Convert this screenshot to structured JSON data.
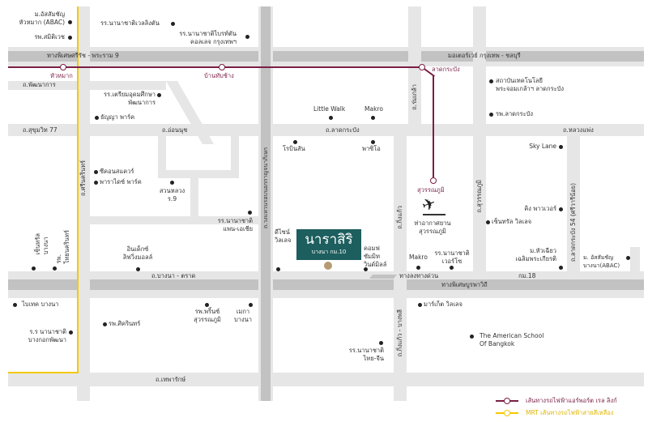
{
  "colors": {
    "road": "#e6e6e6",
    "expressway": "#c2c2c2",
    "airport_rail_link": "#7a1f45",
    "mrt_yellow": "#f5c800",
    "brand": "#1d5e5e",
    "marker": "#b59a72"
  },
  "project": {
    "name": "นาราสิริ",
    "subtitle": "บางนา กม.10"
  },
  "roads": {
    "rama9": "ทางพิเศษศรีรัช - พระราม 9",
    "motorway": "มอเตอร์เวย์ กรุงเทพ - ชลบุรี",
    "pattanakarn": "ถ.พัฒนาการ",
    "sukhumvit77": "ถ.สุขุมวิท 77",
    "onnut": "ถ.อ่อนนุช",
    "ladkrabang": "ถ.ลาดกระบัง",
    "luangphaeng": "ถ.หลวงแพ่ง",
    "romklao": "ถ.ร่มเกล้า",
    "srinakarin": "ถ.ศรีนครินทร์",
    "kanchanaphisek": "ถ.วงแหวนรอบนอกกาญจนาภิเษก",
    "kingkaew": "ถ.กิ่งแก้ว",
    "suvarnabhumi": "ถ.สุวรรณภูมิ",
    "ladkrabang54": "ถ.ลาดกระบัง 54 (ศรีวารีน้อย)",
    "exit": "ทางลงทางด่วน",
    "km18": "กม.18",
    "burapha": "ทางพิเศษบูรพาวิถี",
    "bangna_trad": "ถ.บางนา - ตราด",
    "theparak": "ถ.เทพารักษ์",
    "kingkaew_bangphli": "ถ.กิ่งแก้ว - บางพลี"
  },
  "stations": {
    "huamak": "หัวหมาก",
    "bantapchang": "บ้านทับช้าง",
    "ladkrabang": "ลาดกระบัง",
    "suvarnabhumi": "สุวรรณภูมิ"
  },
  "airport": "ท่าอากาศยาน\nสุวรรณภูมิ",
  "poi": [
    "ม.อัสสัมชัญ\nหัวหมาก (ABAC)",
    "รพ.สมิติเวช",
    "รร.นานาชาติเวลลิงตัน",
    "รร.นานาชาติไบรท์ตัน\nคอลเลจ กรุงเทพฯ",
    "รร.เตรียมอุดมศึกษา\nพัฒนาการ",
    "ธัญญา พาร์ค",
    "Little Walk",
    "Makro",
    "สถาบันเทคโนโลยี\nพระจอมเกล้าฯ ลาดกระบัง",
    "รพ.ลาดกระบัง",
    "โรบินสัน",
    "พาซิโอ",
    "ซีคอนสแควร์",
    "พาราไดซ์ พาร์ค",
    "สวนหลวง\nร.9",
    "รร.นานาชาติ\nแพน-เอเชีย",
    "ดีไซน์\nวิลเลจ",
    "คอมฟ\nซัมมิท\nวินด์มิลล์",
    "Makro",
    "รร.นานาชาติ\nเวอร์โซ",
    "Sky Lane",
    "คิง พาวเวอร์",
    "เซ็นทรัล วิลเลจ",
    "ม.หัวเฉียว\nเฉลิมพระเกียรติ",
    "ม. อัสสัมชัญ\nบางนา(ABAC)",
    "เซ็นทรัล\nบางนา",
    "รพ.\nไทยนครินทร์",
    "อินเด็กซ์\nลิฟวิ่งมอลล์",
    "ไบเทค บางนา",
    "ร.ร นานาชาติ\nบางกอกพัฒนา",
    "รพ.ศิครินทร์",
    "รพ.พริ้นซ์\nสุวรรณภูมิ",
    "เมกา\nบางนา",
    "มาร์เก็ต วิลเลจ",
    "The American School\nOf Bangkok",
    "รร.นานาชาติ\nไทย-จีน"
  ],
  "legend": {
    "arl": "เส้นทางรถไฟฟ้าแอร์พอร์ต เรล ลิงก์",
    "mrt": "MRT เส้นทางรถไฟฟ้าสายสีเหลือง"
  }
}
